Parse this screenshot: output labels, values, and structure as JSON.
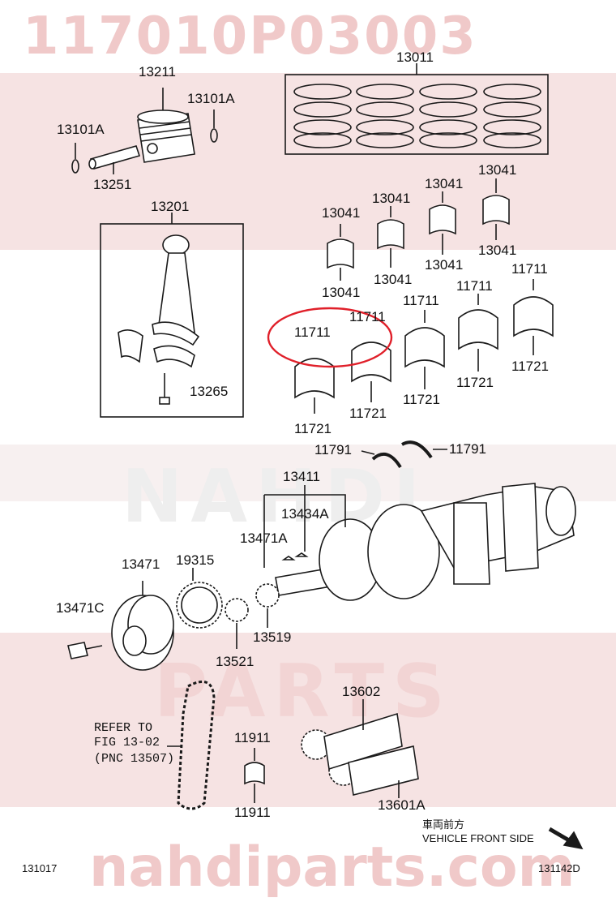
{
  "watermarks": {
    "part_number": "117010P03003",
    "site": "nahdiparts.com",
    "latin": [
      "NAHDI",
      "PARTS"
    ]
  },
  "labels": {
    "p13211": "13211",
    "p13101A_right": "13101A",
    "p13101A_left": "13101A",
    "p13251": "13251",
    "p13011": "13011",
    "p13201": "13201",
    "p13265": "13265",
    "p13041_a": "13041",
    "p13041_b": "13041",
    "p13041_c": "13041",
    "p13041_d": "13041",
    "p13041_e": "13041",
    "p13041_f": "13041",
    "p13041_g": "13041",
    "p13041_h": "13041",
    "p11711_a": "11711",
    "p11711_b": "11711",
    "p11711_c": "11711",
    "p11711_d": "11711",
    "p11711_e": "11711",
    "p11721_a": "11721",
    "p11721_b": "11721",
    "p11721_c": "11721",
    "p11721_d": "11721",
    "p11721_e": "11721",
    "p11791_left": "11791",
    "p11791_right": "11791",
    "p13411": "13411",
    "p13434A": "13434A",
    "p13471A": "13471A",
    "p13471": "13471",
    "p19315": "19315",
    "p13471C": "13471C",
    "p13519": "13519",
    "p13521": "13521",
    "p13602": "13602",
    "p11911_top": "11911",
    "p11911_bottom": "11911",
    "p13601A": "13601A",
    "refer_line1": "REFER TO",
    "refer_line2": "FIG 13-02",
    "refer_line3": "(PNC 13507)",
    "direction_jp": "車両前方",
    "direction_en": "VEHICLE FRONT SIDE",
    "code_left": "131017",
    "code_right": "131142D"
  },
  "colors": {
    "line": "#1a1a1a",
    "highlight": "#e0202a",
    "watermark": "#f0c9c9",
    "band": "#f6e3e3"
  }
}
